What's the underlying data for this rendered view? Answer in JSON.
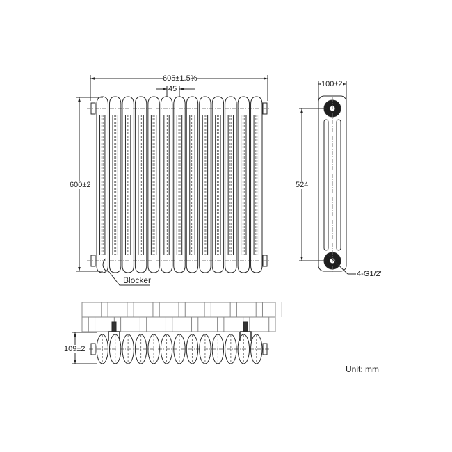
{
  "drawing": {
    "front_view": {
      "width_dim": "605±1.5%",
      "section_pitch_dim": "45",
      "height_dim": "600±2",
      "blocker_label": "Blocker",
      "sections": 13
    },
    "side_view": {
      "width_dim": "100±2",
      "center_dim": "524",
      "connection_label": "4-G1/2\""
    },
    "top_view": {
      "depth_dim": "109±2",
      "sections": 13
    },
    "unit_label": "Unit: mm",
    "colors": {
      "line": "#2a2a2a",
      "background": "#ffffff",
      "hidden": "#777777"
    }
  }
}
